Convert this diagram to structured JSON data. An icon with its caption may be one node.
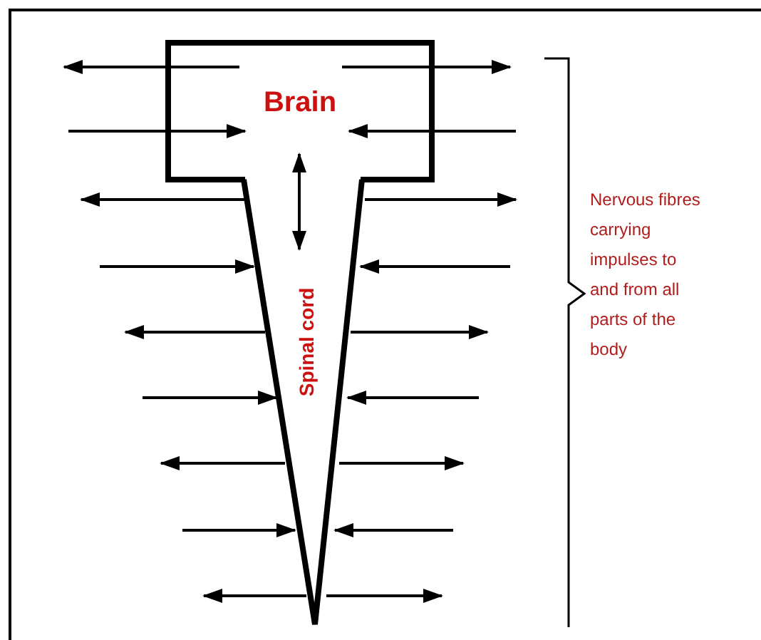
{
  "diagram": {
    "nodes": [
      {
        "text": [
          "Brain"
        ]
      },
      {
        "text": [
          "Spinal cord"
        ]
      }
    ],
    "edges": [
      {
        "from": 0,
        "to": 1,
        "arrow": "both"
      },
      {
        "from": 0,
        "to": null,
        "arrow": "to"
      },
      {
        "from": 0,
        "to": null,
        "arrow": "to"
      },
      {
        "from": null,
        "to": 0,
        "arrow": "to"
      },
      {
        "from": null,
        "to": 0,
        "arrow": "to"
      },
      {
        "from": 1,
        "to": null,
        "arrow": "to"
      },
      {
        "from": 1,
        "to": null,
        "arrow": "to"
      },
      {
        "from": null,
        "to": 1,
        "arrow": "to"
      },
      {
        "from": null,
        "to": 1,
        "arrow": "to"
      },
      {
        "from": 1,
        "to": null,
        "arrow": "to"
      },
      {
        "from": 1,
        "to": null,
        "arrow": "to"
      },
      {
        "from": null,
        "to": 1,
        "arrow": "to"
      },
      {
        "from": null,
        "to": 1,
        "arrow": "to"
      },
      {
        "from": 1,
        "to": null,
        "arrow": "to"
      },
      {
        "from": 1,
        "to": null,
        "arrow": "to"
      },
      {
        "from": null,
        "to": 1,
        "arrow": "to"
      },
      {
        "from": null,
        "to": 1,
        "arrow": "to"
      },
      {
        "from": 1,
        "to": null,
        "arrow": "to"
      },
      {
        "from": 1,
        "to": null,
        "arrow": "to"
      }
    ],
    "labels": [
      "Nervous fibres carrying impulses to and from all parts of the body"
    ]
  }
}
